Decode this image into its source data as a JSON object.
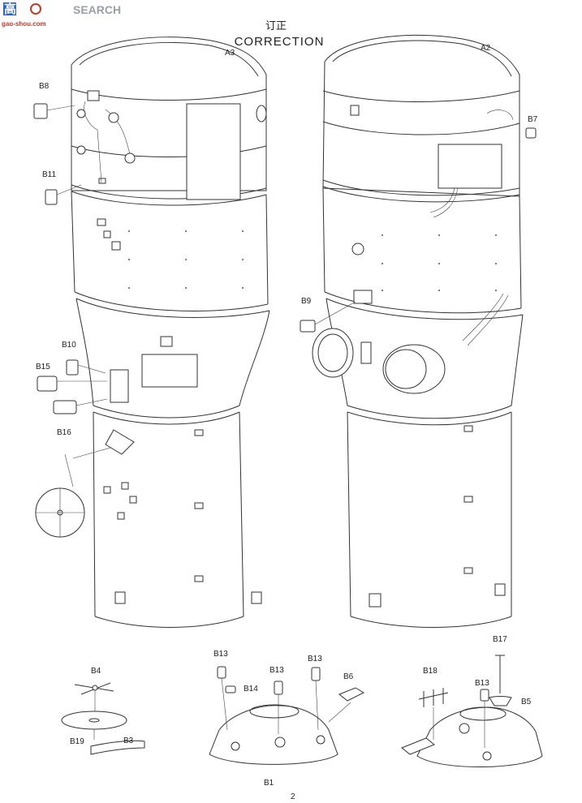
{
  "watermark": {
    "logo_text": "高",
    "brand_text": "SEARCH",
    "site_text": "gao-shou.com"
  },
  "title": {
    "cn": "订正",
    "en": "CORRECTION"
  },
  "labels": {
    "A3": "A3",
    "A2": "A2",
    "B1": "B1",
    "B3": "B3",
    "B4": "B4",
    "B5": "B5",
    "B6": "B6",
    "B7": "B7",
    "B8": "B8",
    "B9": "B9",
    "B10": "B10",
    "B11": "B11",
    "B13a": "B13",
    "B13b": "B13",
    "B13c": "B13",
    "B13d": "B13",
    "B14": "B14",
    "B15": "B15",
    "B16": "B16",
    "B17": "B17",
    "B18": "B18",
    "B19": "B19"
  },
  "page_number": "2"
}
